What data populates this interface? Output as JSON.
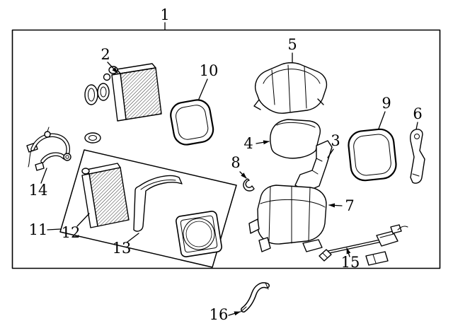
{
  "diagram": {
    "background": "#ffffff",
    "line_color": "#000000",
    "callouts": [
      {
        "num": "1"
      },
      {
        "num": "2"
      },
      {
        "num": "3"
      },
      {
        "num": "4"
      },
      {
        "num": "5"
      },
      {
        "num": "6"
      },
      {
        "num": "7"
      },
      {
        "num": "8"
      },
      {
        "num": "9"
      },
      {
        "num": "10"
      },
      {
        "num": "11"
      },
      {
        "num": "12"
      },
      {
        "num": "13"
      },
      {
        "num": "14"
      },
      {
        "num": "15"
      },
      {
        "num": "16"
      }
    ]
  }
}
